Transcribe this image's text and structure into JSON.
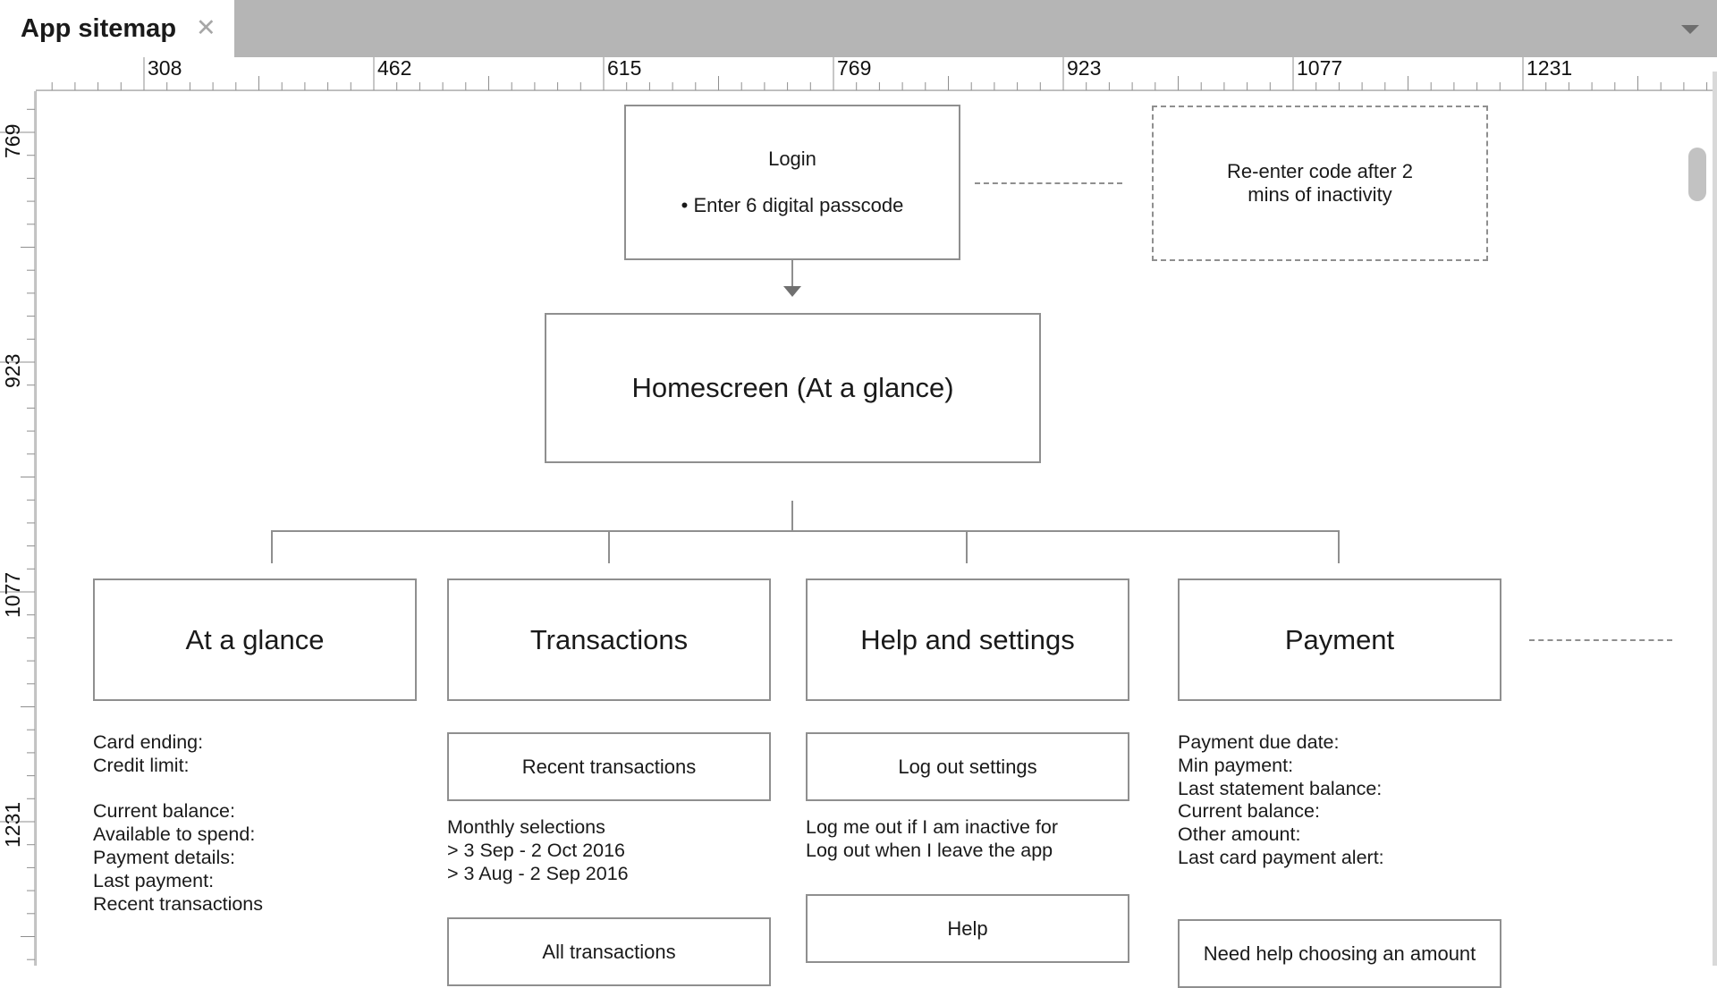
{
  "tab": {
    "title": "App sitemap",
    "close": "✕"
  },
  "ruler": {
    "horizontal": [
      "308",
      "462",
      "615",
      "769",
      "923",
      "1077",
      "1231"
    ],
    "vertical": [
      "769",
      "923",
      "1077",
      "1231"
    ]
  },
  "login": {
    "title": "Login",
    "bullet": "• Enter 6 digital passcode"
  },
  "reenter": {
    "line1": "Re-enter code after 2",
    "line2": "mins of inactivity"
  },
  "homescreen": "Homescreen (At a glance)",
  "columns": {
    "at_a_glance": {
      "title": "At a glance",
      "details": [
        "Card ending:",
        "Credit limit:",
        "",
        "Current balance:",
        "Available to spend:",
        "Payment details:",
        "Last payment:",
        "Recent transactions"
      ]
    },
    "transactions": {
      "title": "Transactions",
      "sub_box": "Recent transactions",
      "details": [
        "Monthly selections",
        "> 3 Sep - 2 Oct 2016",
        "> 3 Aug - 2 Sep 2016"
      ],
      "sub_box2": "All transactions"
    },
    "help_settings": {
      "title": "Help and settings",
      "sub_box": "Log out settings",
      "details": [
        "Log me out if I am inactive for",
        "Log out when I leave the app"
      ],
      "sub_box2": "Help"
    },
    "payment": {
      "title": "Payment",
      "details": [
        "Payment due date:",
        "Min payment:",
        "Last statement balance:",
        "Current balance:",
        "Other amount:",
        "Last card payment alert:"
      ],
      "sub_box2": "Need help choosing an amount"
    }
  }
}
